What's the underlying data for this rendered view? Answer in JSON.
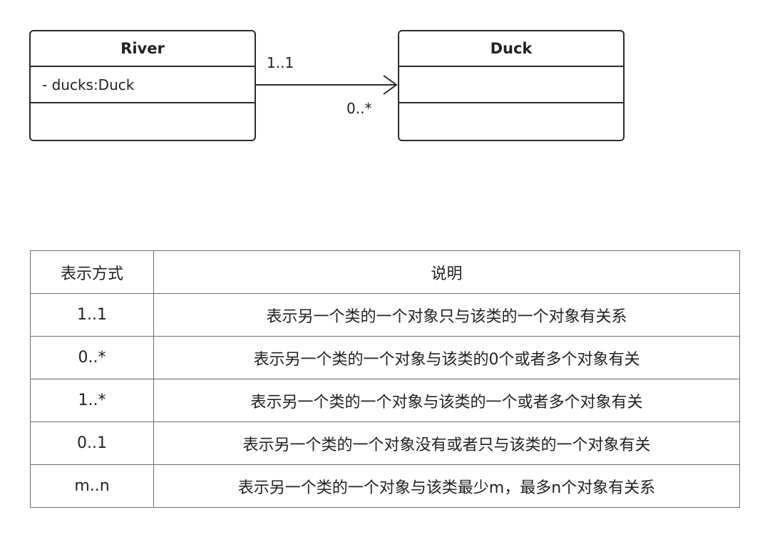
{
  "diagram": {
    "classes": [
      {
        "name": "River",
        "attributes": [
          "- ducks:Duck"
        ],
        "operations": []
      },
      {
        "name": "Duck",
        "attributes": [],
        "operations": []
      }
    ],
    "association": {
      "from": "River",
      "to": "Duck",
      "source_multiplicity": "1..1",
      "target_multiplicity": "0..*",
      "navigable_to": "Duck"
    }
  },
  "table": {
    "headers": [
      "表示方式",
      "说明"
    ],
    "rows": [
      {
        "notation": "1..1",
        "description": "表示另一个类的一个对象只与该类的一个对象有关系"
      },
      {
        "notation": "0..*",
        "description": "表示另一个类的一个对象与该类的0个或者多个对象有关"
      },
      {
        "notation": "1..*",
        "description": "表示另一个类的一个对象与该类的一个或者多个对象有关"
      },
      {
        "notation": "0..1",
        "description": "表示另一个类的一个对象没有或者只与该类的一个对象有关"
      },
      {
        "notation": "m..n",
        "description": "表示另一个类的一个对象与该类最少m，最多n个对象有关系"
      }
    ]
  }
}
